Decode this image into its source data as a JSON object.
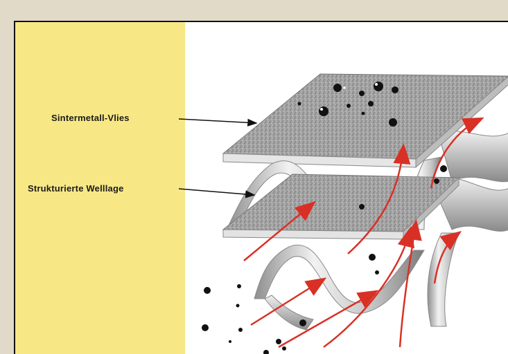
{
  "labels": {
    "vlies": "Sintermetall-Vlies",
    "welllage": "Strukturierte Welllage"
  },
  "colors": {
    "background": "#e2dac9",
    "label_panel": "#f8e885",
    "frame": "#111111",
    "flow_arrow": "#d93025",
    "fleece": "#9a9a9a",
    "metal": "#c7c7c7",
    "droplet": "#111111"
  },
  "icons": {
    "flow": "red-flow-arrow",
    "droplet": "black-droplet",
    "leader": "black-leader-arrow"
  }
}
